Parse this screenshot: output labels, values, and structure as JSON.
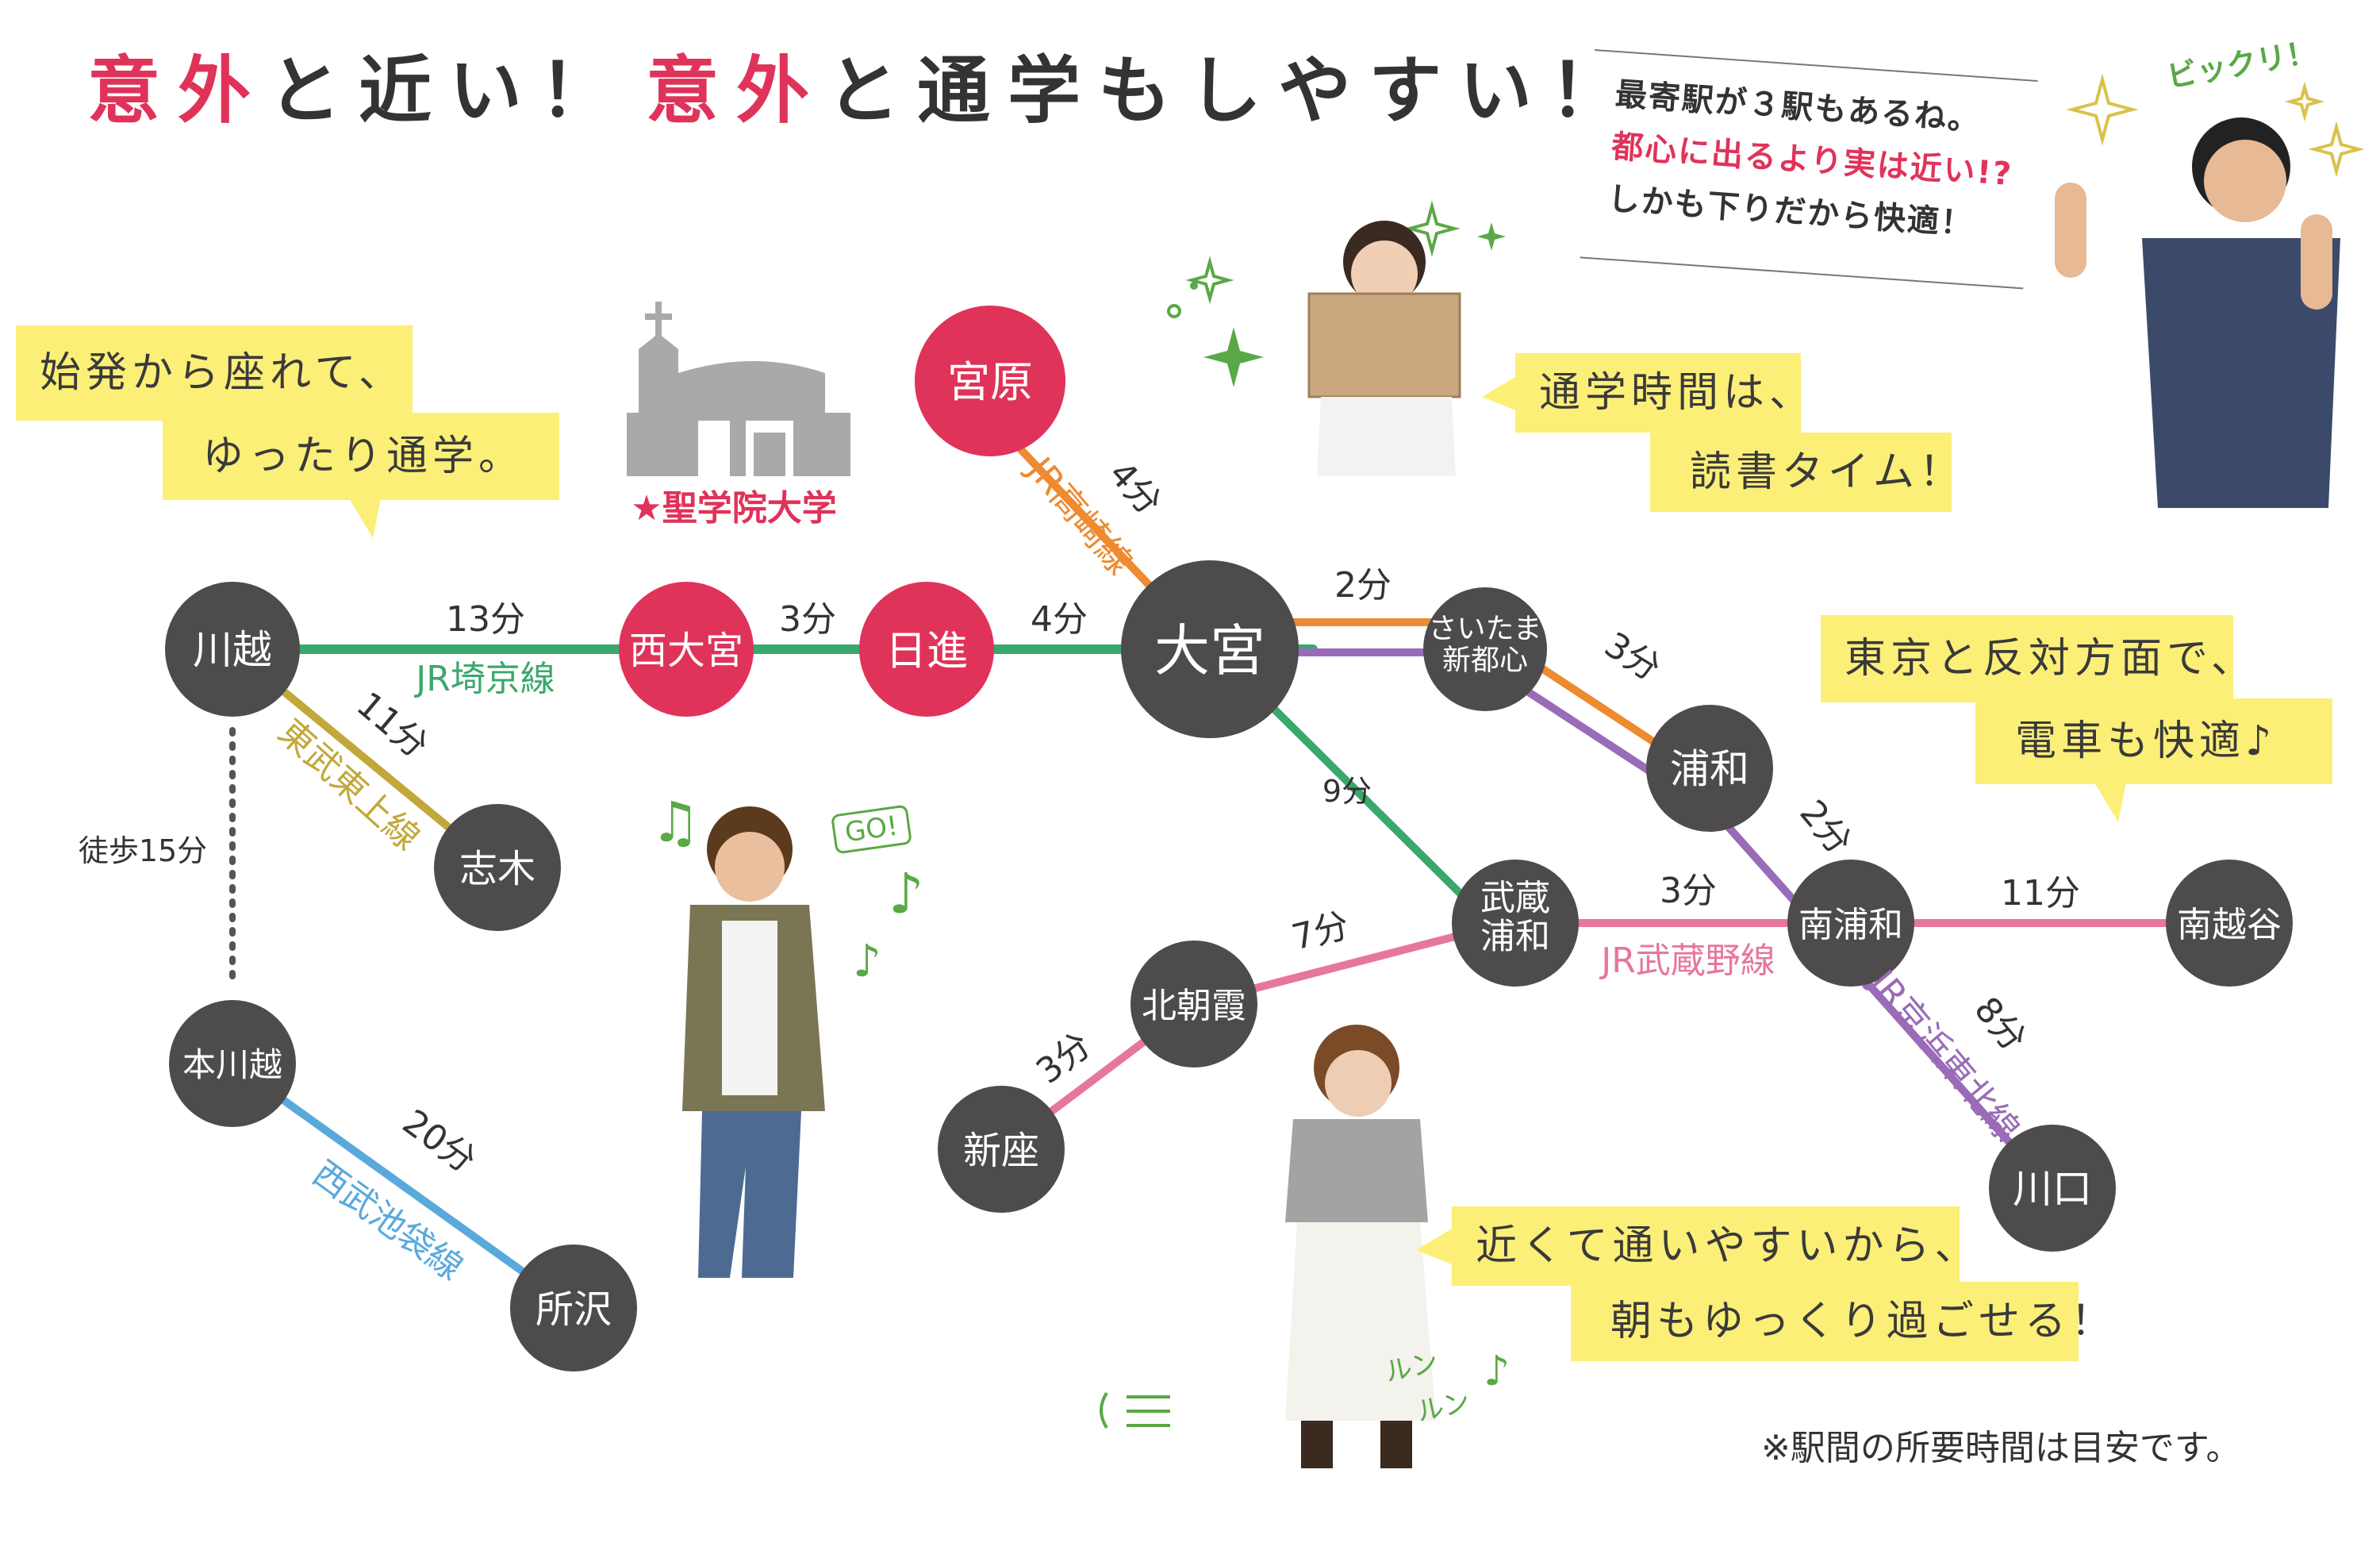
{
  "title": {
    "part1": "意外",
    "part2": "と近い！",
    "part3": "意外",
    "part4": "と通学もしやすい！"
  },
  "colors": {
    "accent_pink": "#e0335a",
    "station_dark": "#4d4b4c",
    "saikyo": "#3aa86b",
    "tobu_tojo": "#c2a83a",
    "seibu_ikebukuro": "#5aa9dc",
    "takasaki": "#ee8a30",
    "keihin_tohoku": "#9a6bb6",
    "musashino": "#e7779a",
    "bubble": "#fbef78",
    "green_deco": "#5aa846"
  },
  "stations": [
    {
      "id": "kawagoe",
      "label": "川越",
      "style": "dark"
    },
    {
      "id": "nishiomiya",
      "label": "西大宮",
      "style": "pink"
    },
    {
      "id": "nisshin",
      "label": "日進",
      "style": "pink"
    },
    {
      "id": "omiya",
      "label": "大宮",
      "style": "dark"
    },
    {
      "id": "miyahara",
      "label": "宮原",
      "style": "pink"
    },
    {
      "id": "saitamashintoshin",
      "label": "さいたま\n新都心",
      "style": "dark"
    },
    {
      "id": "urawa",
      "label": "浦和",
      "style": "dark"
    },
    {
      "id": "minamiurawa",
      "label": "南浦和",
      "style": "dark"
    },
    {
      "id": "minamikoshigaya",
      "label": "南越谷",
      "style": "dark"
    },
    {
      "id": "kawaguchi",
      "label": "川口",
      "style": "dark"
    },
    {
      "id": "musashiurawa",
      "label": "武蔵\n浦和",
      "style": "dark"
    },
    {
      "id": "kitaasaka",
      "label": "北朝霞",
      "style": "dark"
    },
    {
      "id": "niiza",
      "label": "新座",
      "style": "dark"
    },
    {
      "id": "shiki",
      "label": "志木",
      "style": "dark"
    },
    {
      "id": "honkawagoe",
      "label": "本川越",
      "style": "dark"
    },
    {
      "id": "tokorozawa",
      "label": "所沢",
      "style": "dark"
    }
  ],
  "time_labels": {
    "kawagoe_nishiomiya": "13分",
    "nishiomiya_nisshin": "3分",
    "nisshin_omiya": "4分",
    "miyahara_omiya": "4分",
    "omiya_saitama": "2分",
    "saitama_urawa": "3分",
    "urawa_minamiurawa": "2分",
    "minamiurawa_minamikoshigaya": "11分",
    "minamiurawa_kawaguchi": "8分",
    "omiya_musashiurawa": "9分",
    "musashiurawa_minamiurawa": "3分",
    "kitaasaka_musashiurawa": "7分",
    "niiza_kitaasaka": "3分",
    "kawagoe_shiki": "11分",
    "honkawagoe_tokorozawa": "20分",
    "walk": "徒歩15分"
  },
  "line_labels": {
    "saikyo": "JR埼京線",
    "takasaki": "JR高崎線",
    "tobu_tojo": "東武東上線",
    "seibu": "西武池袋線",
    "musashino": "JR武蔵野線",
    "keihin": "JR京浜東北線"
  },
  "university": {
    "name": "★聖学院大学",
    "icon": "church-building-icon"
  },
  "bubbles": {
    "left": [
      "始発から座れて、",
      "ゆったり通学。"
    ],
    "reading": [
      "通学時間は、",
      "読書タイム！"
    ],
    "tokyo": [
      "東京と反対方面で、",
      "電車も快適♪"
    ],
    "bottom": [
      "近くて通いやすいから、",
      "朝もゆっくり過ごせる！"
    ]
  },
  "speech": {
    "line1": "最寄駅が３駅もあるね。",
    "line2": "都心に出るより実は近い!?",
    "line3": "しかも下りだから快適！"
  },
  "deco": {
    "bikkuri": "ビックリ！",
    "go": "GO!",
    "run1": "ルン",
    "run2": "ルン"
  },
  "note": "※駅間の所要時間は目安です。"
}
